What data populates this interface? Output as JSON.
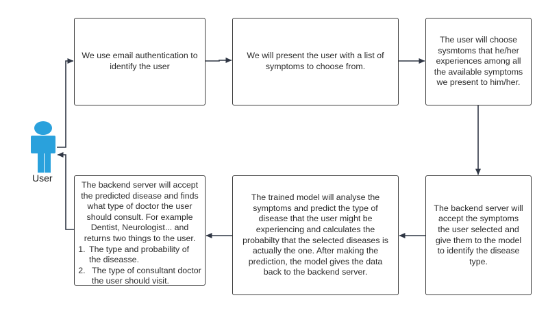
{
  "actor": {
    "label": "User",
    "color": "#2aa1dc"
  },
  "steps": [
    {
      "id": "b1",
      "text": "We use email authentication to identify the user"
    },
    {
      "id": "b2",
      "text": "We will present the user with a list of symptoms to choose from."
    },
    {
      "id": "b3",
      "text": "The user will choose sysmtoms that he/her experiences among all the available symptoms we present to him/her."
    },
    {
      "id": "b4",
      "text": "The backend server will accept the symptoms the user selected and give them to the model to identify the disease type."
    },
    {
      "id": "b5",
      "text": "The trained model will analyse the symptoms and predict the type  of disease that the user might be experiencing and calculates the probabilty that the selected diseases is actually the one. After making the prediction, the model gives the data back to the backend server."
    },
    {
      "id": "b6",
      "text": "The backend server will accept the predicted disease and finds what type of doctor the user should consult. For example Dentist, Neurologist... and returns two things to the user.",
      "list": [
        "The type and probability  of the diseasse.",
        " The type of consultant doctor the user should visit."
      ]
    }
  ],
  "colors": {
    "line": "#3a3a3a",
    "arrow": "#2f3644"
  }
}
